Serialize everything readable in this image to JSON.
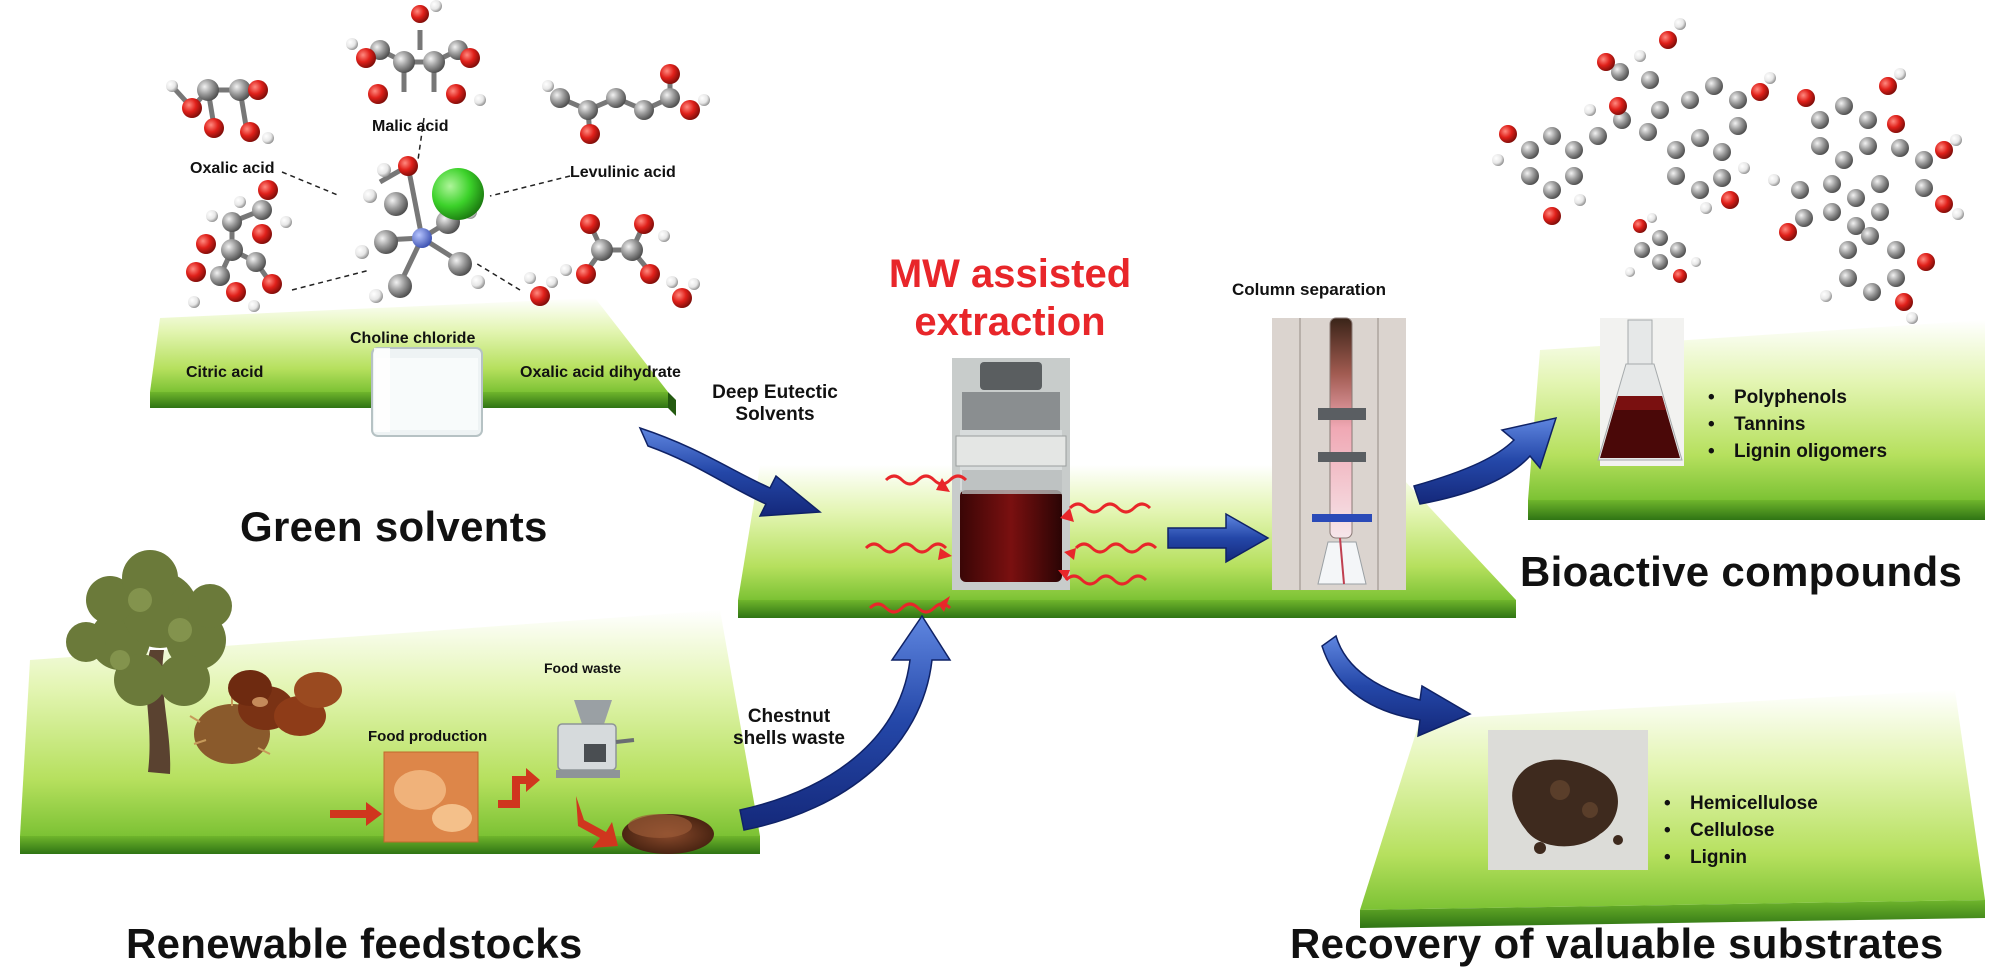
{
  "colors": {
    "grass_light": "#c9ec7a",
    "grass_dark": "#3f8c1c",
    "arrow_blue": "#1f3f9e",
    "title_red": "#e8262a",
    "atom_red": "#e0201a",
    "atom_grey": "#9a9a9a",
    "atom_white": "#f2f2f2",
    "chlorine_green": "#3cd22a"
  },
  "sections": {
    "green_solvents": "Green solvents",
    "renewable_feedstocks": "Renewable feedstocks",
    "bioactive_compounds": "Bioactive compounds",
    "recovery": "Recovery of valuable substrates"
  },
  "solvent_molecules": {
    "malic": "Malic acid",
    "oxalic": "Oxalic acid",
    "levulinic": "Levulinic acid",
    "citric": "Citric acid",
    "choline": "Choline chloride",
    "oxalic_dihydrate": "Oxalic acid dihydrate"
  },
  "flow_labels": {
    "des_line1": "Deep Eutectic",
    "des_line2": "Solvents",
    "chestnut_line1": "Chestnut",
    "chestnut_line2": "shells waste",
    "mw_line1": "MW assisted",
    "mw_line2": "extraction",
    "column": "Column separation",
    "food_production": "Food production",
    "food_waste": "Food waste"
  },
  "bioactive_list": [
    "Polyphenols",
    "Tannins",
    "Lignin oligomers"
  ],
  "substrate_list": [
    "Hemicellulose",
    "Cellulose",
    "Lignin"
  ],
  "icons": [
    "tree-icon",
    "chestnut-icon",
    "grinder-icon",
    "beaker-icon",
    "vial-icon",
    "column-icon",
    "flask-icon",
    "microwave-wave-icon"
  ]
}
